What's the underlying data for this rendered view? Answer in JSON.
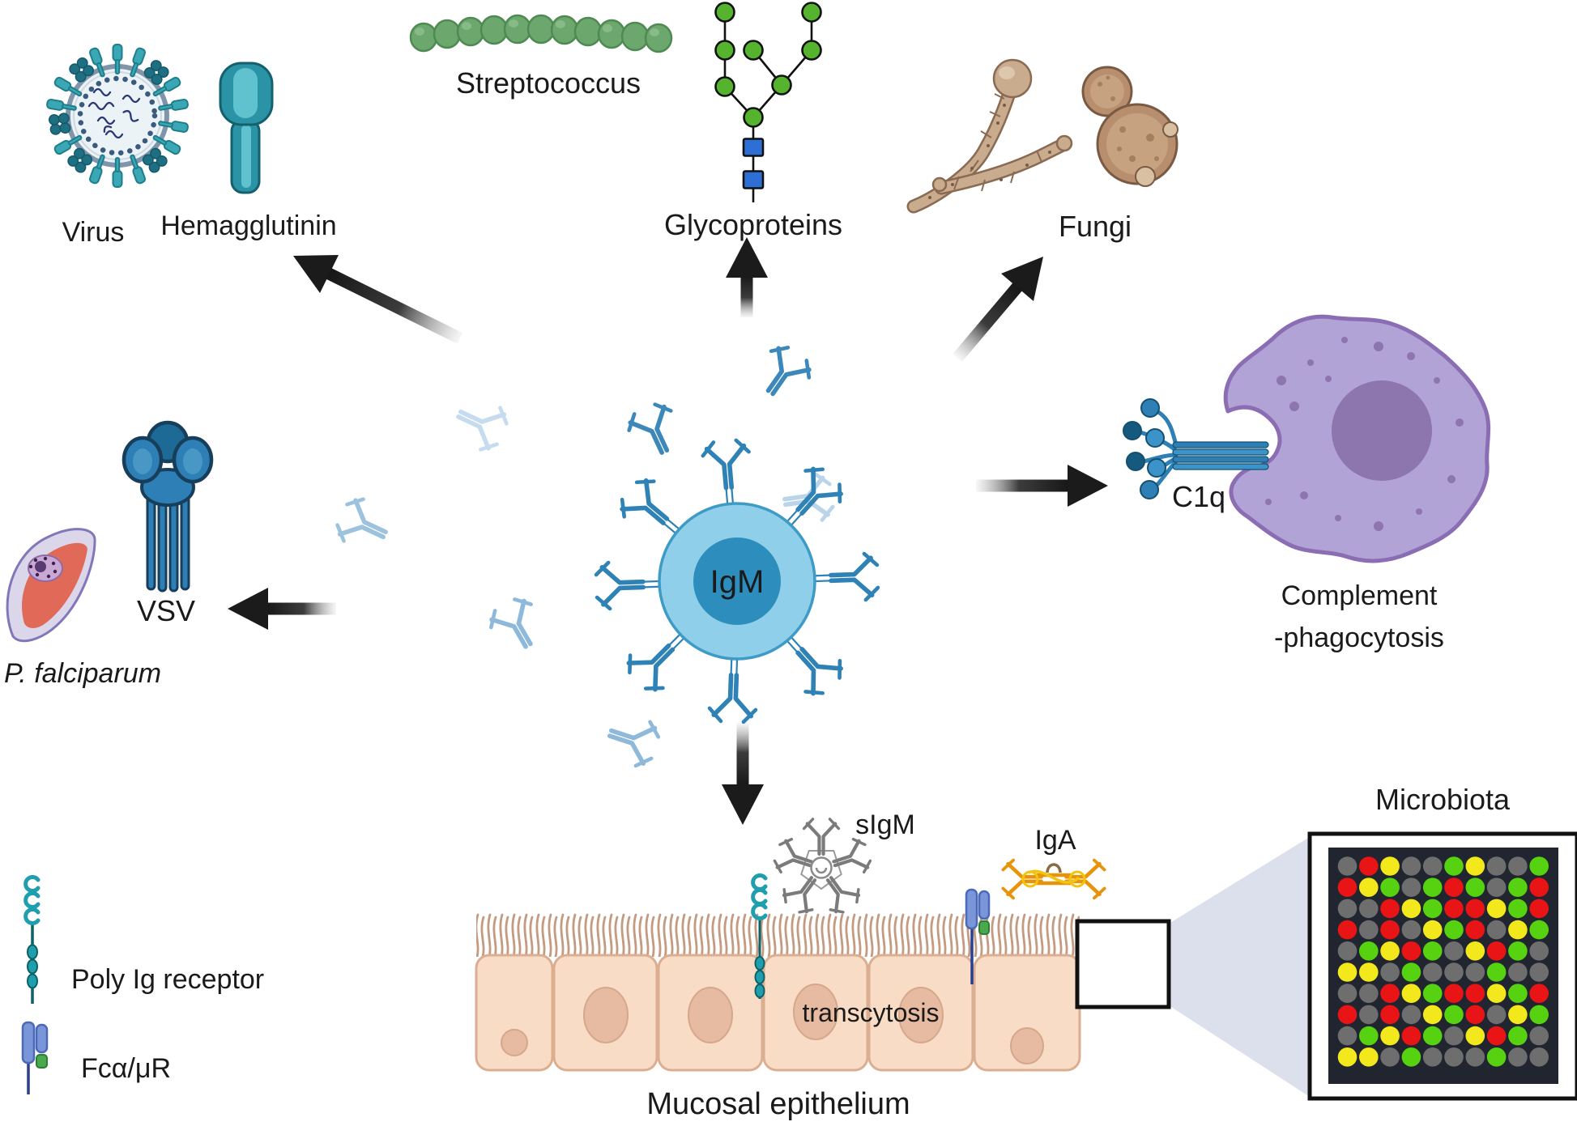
{
  "figure_title": "IgM antibody functions diagram",
  "labels": {
    "virus": "Virus",
    "hemagglutinin": "Hemagglutinin",
    "streptococcus": "Streptococcus",
    "glycoproteins": "Glycoproteins",
    "fungi": "Fungi",
    "c1q": "C1q",
    "complement_line1": "Complement",
    "complement_line2": "-phagocytosis",
    "vsv": "VSV",
    "p_falciparum": "P. falciparum",
    "igm": "IgM",
    "sigm": "sIgM",
    "iga": "IgA",
    "transcytosis": "transcytosis",
    "mucosal_epithelium": "Mucosal epithelium",
    "microbiota": "Microbiota",
    "poly_ig_receptor": "Poly Ig receptor",
    "fca_mu_r": "Fcα/μR"
  },
  "colors": {
    "antibody_blue": "#3d88bb",
    "antibody_light": "#8fb9da",
    "antibody_faint": "#c6dcee",
    "igm_outer": "#8fcfe9",
    "igm_inner": "#2d8dbc",
    "strep_green": "#6ca86d",
    "glyco_green": "#55b32d",
    "glyco_blue": "#2e6fd6",
    "fungi_tan": "#c9ab8e",
    "yeast_brown": "#b78f6f",
    "macrophage_purple": "#b1a3d5",
    "macrophage_nucleus": "#8d75ad",
    "c1q_blue": "#2d7fb5",
    "epithelium_peach": "#f8dcc6",
    "cilia_tan": "#c49a80",
    "receptor_teal": "#1f9eae",
    "fca_blue": "#7b96d8",
    "fca_green": "#4aa84e",
    "iga_orange": "#e8940a",
    "sigm_gray": "#7b7b7b",
    "arrow_black": "#1d1d1d",
    "beam_gray": "#dbe0ec"
  },
  "microbiota": {
    "palette": {
      "N": "#6e6e6e",
      "R": "#e81416",
      "Y": "#f3e81b",
      "G": "#56d211"
    },
    "grid": [
      "NRYNNGYNNG",
      "RYGNGRGNGR",
      "NNRYGRRYGR",
      "RNRNYGRNYG",
      "NGYRGNYRGN",
      "YYNGNNNGNN",
      "NNRYGRRYGR",
      "RNRNYGRNYG",
      "NGYRGNYRGN",
      "YYNGNNNGNN"
    ]
  }
}
